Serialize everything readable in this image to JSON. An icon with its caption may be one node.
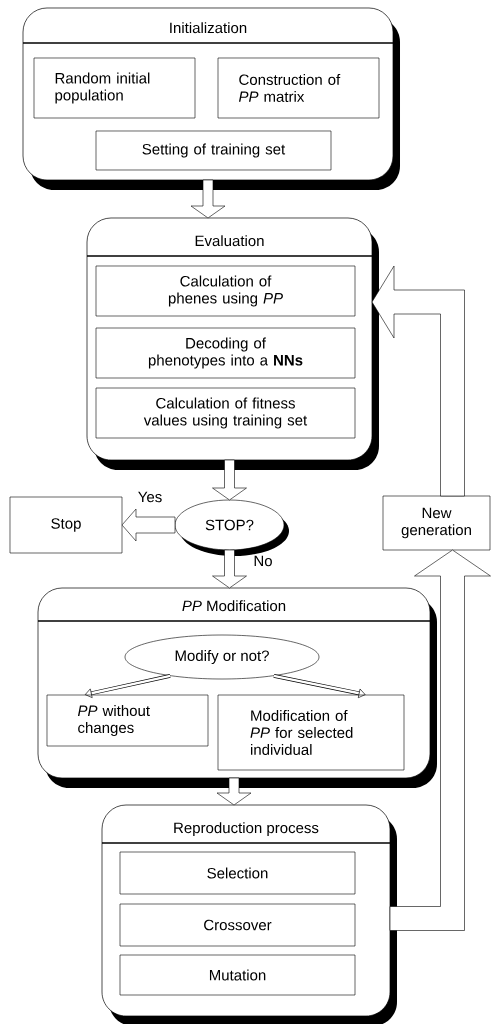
{
  "diagram": {
    "nodes": [
      {
        "text": [
          "Initialization"
        ]
      },
      {
        "text": [
          "Random initial population"
        ],
        "in": 0
      },
      {
        "text": [
          "Construction of *PP* matrix"
        ],
        "in": 0
      },
      {
        "text": [
          "Setting of training set"
        ],
        "in": 0
      },
      {
        "text": [
          "Evaluation"
        ]
      },
      {
        "text": [
          "Calculation of phenes using *PP*"
        ],
        "in": 4
      },
      {
        "text": [
          "Decoding of phenotypes into a **NNs**"
        ],
        "in": 4
      },
      {
        "text": [
          "Calculation of fitness values using training set"
        ],
        "in": 4
      },
      {
        "text": [
          "Stop"
        ]
      },
      {
        "text": [
          "STOP?"
        ]
      },
      {
        "text": [
          "New generation"
        ]
      },
      {
        "text": [
          "*PP* Modification"
        ]
      },
      {
        "text": [
          "Modify or not?"
        ],
        "in": 11
      },
      {
        "text": [
          "*PP* without changes"
        ],
        "in": 11
      },
      {
        "text": [
          "Modification of *PP* for selected individual"
        ],
        "in": 11
      },
      {
        "text": [
          "Reproduction process"
        ]
      },
      {
        "text": [
          "Selection"
        ],
        "in": 15
      },
      {
        "text": [
          "Crossover"
        ],
        "in": 15
      },
      {
        "text": [
          "Mutation"
        ],
        "in": 15
      }
    ],
    "edges": [
      {
        "from": 0,
        "to": 4,
        "arrow": "to"
      },
      {
        "from": 4,
        "to": 9,
        "arrow": "to"
      },
      {
        "from": 9,
        "to": 8,
        "arrow": "to",
        "label": "Yes"
      },
      {
        "from": 9,
        "to": 11,
        "arrow": "to",
        "label": "No"
      },
      {
        "from": 12,
        "to": 13,
        "arrow": "to"
      },
      {
        "from": 12,
        "to": 14,
        "arrow": "to"
      },
      {
        "from": 11,
        "to": 15,
        "arrow": "to"
      },
      {
        "from": 15,
        "to": 10,
        "arrow": "to",
        "style": "thick"
      },
      {
        "from": 10,
        "to": 4,
        "arrow": "to",
        "style": "thick"
      }
    ]
  }
}
